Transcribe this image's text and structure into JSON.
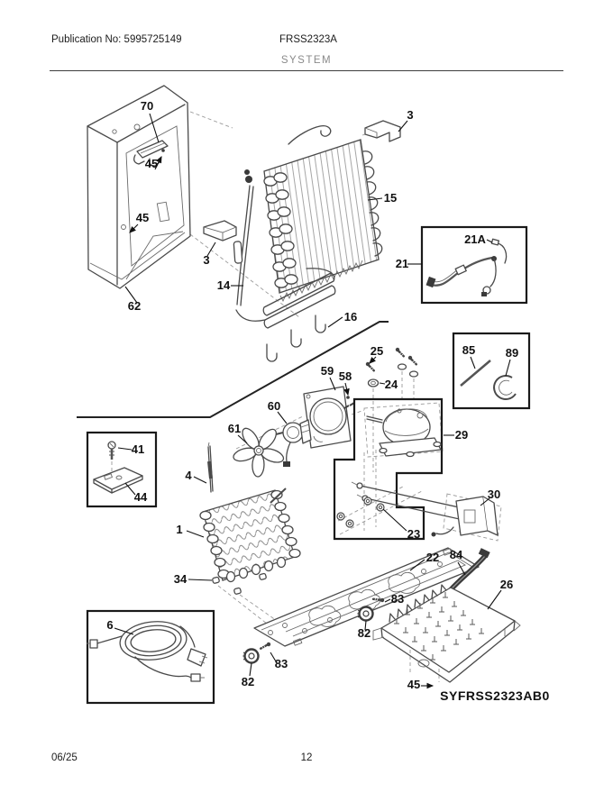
{
  "header": {
    "publication": "Publication No: 5995725149",
    "model": "FRSS2323A",
    "section": "SYSTEM"
  },
  "footer": {
    "date": "06/25",
    "page": "12"
  },
  "diagram_code": "SYFRSS2323AB0",
  "callouts": [
    {
      "part": "70"
    },
    {
      "part": "45"
    },
    {
      "part": "45"
    },
    {
      "part": "62"
    },
    {
      "part": "3"
    },
    {
      "part": "14"
    },
    {
      "part": "15"
    },
    {
      "part": "3"
    },
    {
      "part": "16"
    },
    {
      "part": "21"
    },
    {
      "part": "21A"
    },
    {
      "part": "85"
    },
    {
      "part": "89"
    },
    {
      "part": "25"
    },
    {
      "part": "24"
    },
    {
      "part": "59"
    },
    {
      "part": "58"
    },
    {
      "part": "60"
    },
    {
      "part": "61"
    },
    {
      "part": "29"
    },
    {
      "part": "41"
    },
    {
      "part": "44"
    },
    {
      "part": "4"
    },
    {
      "part": "1"
    },
    {
      "part": "34"
    },
    {
      "part": "23"
    },
    {
      "part": "30"
    },
    {
      "part": "22"
    },
    {
      "part": "84"
    },
    {
      "part": "26"
    },
    {
      "part": "83"
    },
    {
      "part": "82"
    },
    {
      "part": "83"
    },
    {
      "part": "82"
    },
    {
      "part": "45"
    },
    {
      "part": "6"
    }
  ],
  "colors": {
    "line": "#4a4a4a",
    "label": "#111111",
    "inset_box": "#1a1a1a",
    "dashed": "#9a9a9a",
    "background": "#ffffff"
  }
}
